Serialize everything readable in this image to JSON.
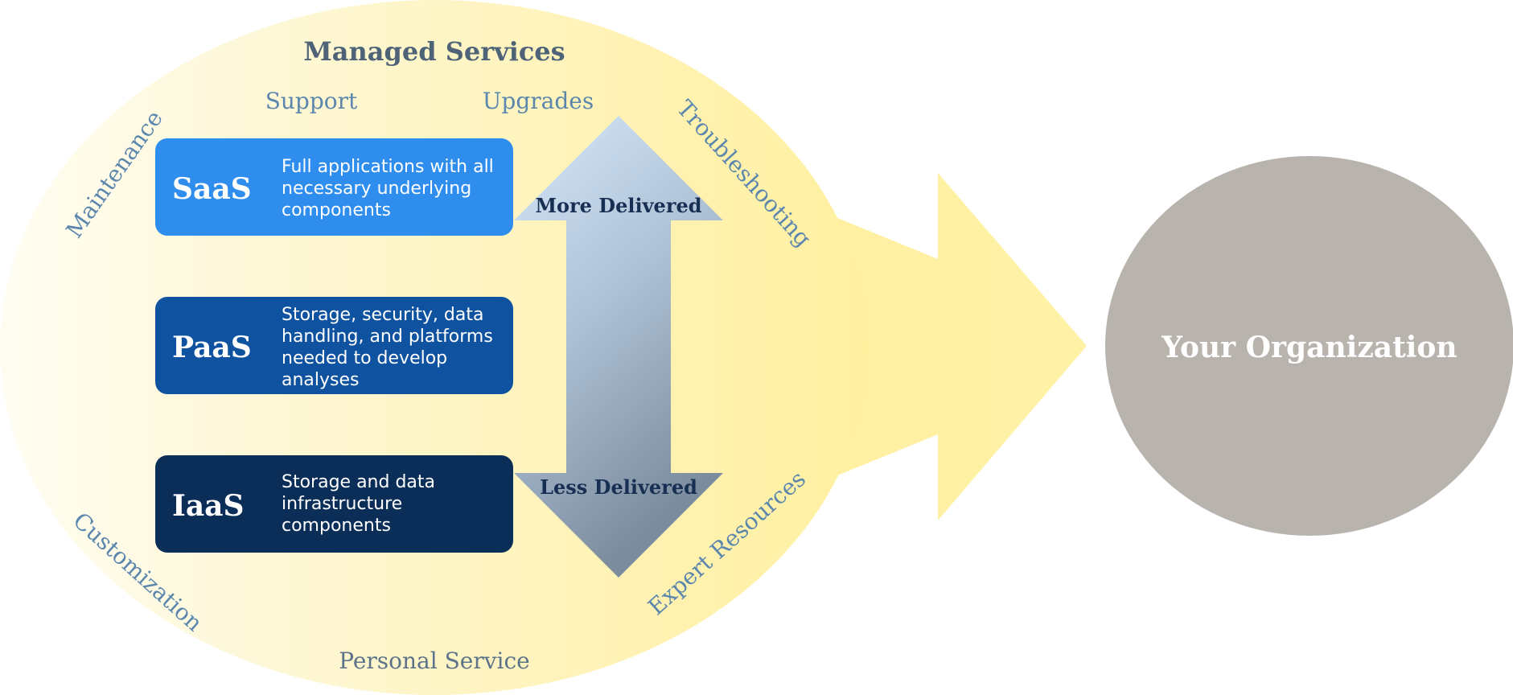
{
  "title": "Managed Services",
  "service_labels": {
    "support": "Support",
    "upgrades": "Upgrades",
    "maintenance": "Maintenance",
    "troubleshooting": "Troubleshooting",
    "customization": "Customization",
    "expert_resources": "Expert Resources",
    "personal_service": "Personal Service"
  },
  "tiers": [
    {
      "name": "SaaS",
      "desc_lines": [
        "Full applications with all",
        "necessary underlying",
        "components"
      ],
      "color": "#2e8ded"
    },
    {
      "name": "PaaS",
      "desc_lines": [
        "Storage, security, data",
        "handling, and platforms",
        "needed to develop",
        "analyses"
      ],
      "color": "#0f53a0"
    },
    {
      "name": "IaaS",
      "desc_lines": [
        "Storage and data",
        "infrastructure",
        "components"
      ],
      "color": "#0b2e58"
    }
  ],
  "arrow": {
    "top_label": "More Delivered",
    "bottom_label": "Less Delivered"
  },
  "organization": "Your Organization",
  "colors": {
    "ellipse_light": "#fffcee",
    "ellipse_mid": "#fef4c0",
    "ellipse_strong": "#fff0a0",
    "arrow_top": "#d4e6f8",
    "arrow_bottom": "#7c8e9f",
    "org_circle": "#b8b3ad"
  }
}
